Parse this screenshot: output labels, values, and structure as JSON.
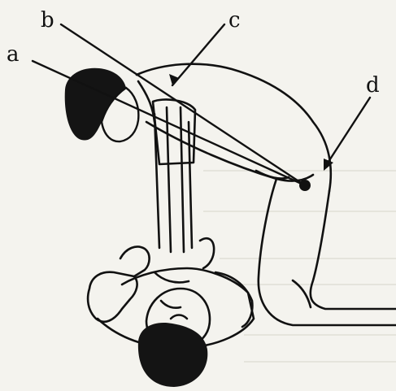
{
  "figure": {
    "labels": {
      "a": "a",
      "b": "b",
      "c": "c",
      "d": "d"
    },
    "colors": {
      "ink": "#111111",
      "paper": "#f4f3ee",
      "hair": "#141414"
    }
  }
}
